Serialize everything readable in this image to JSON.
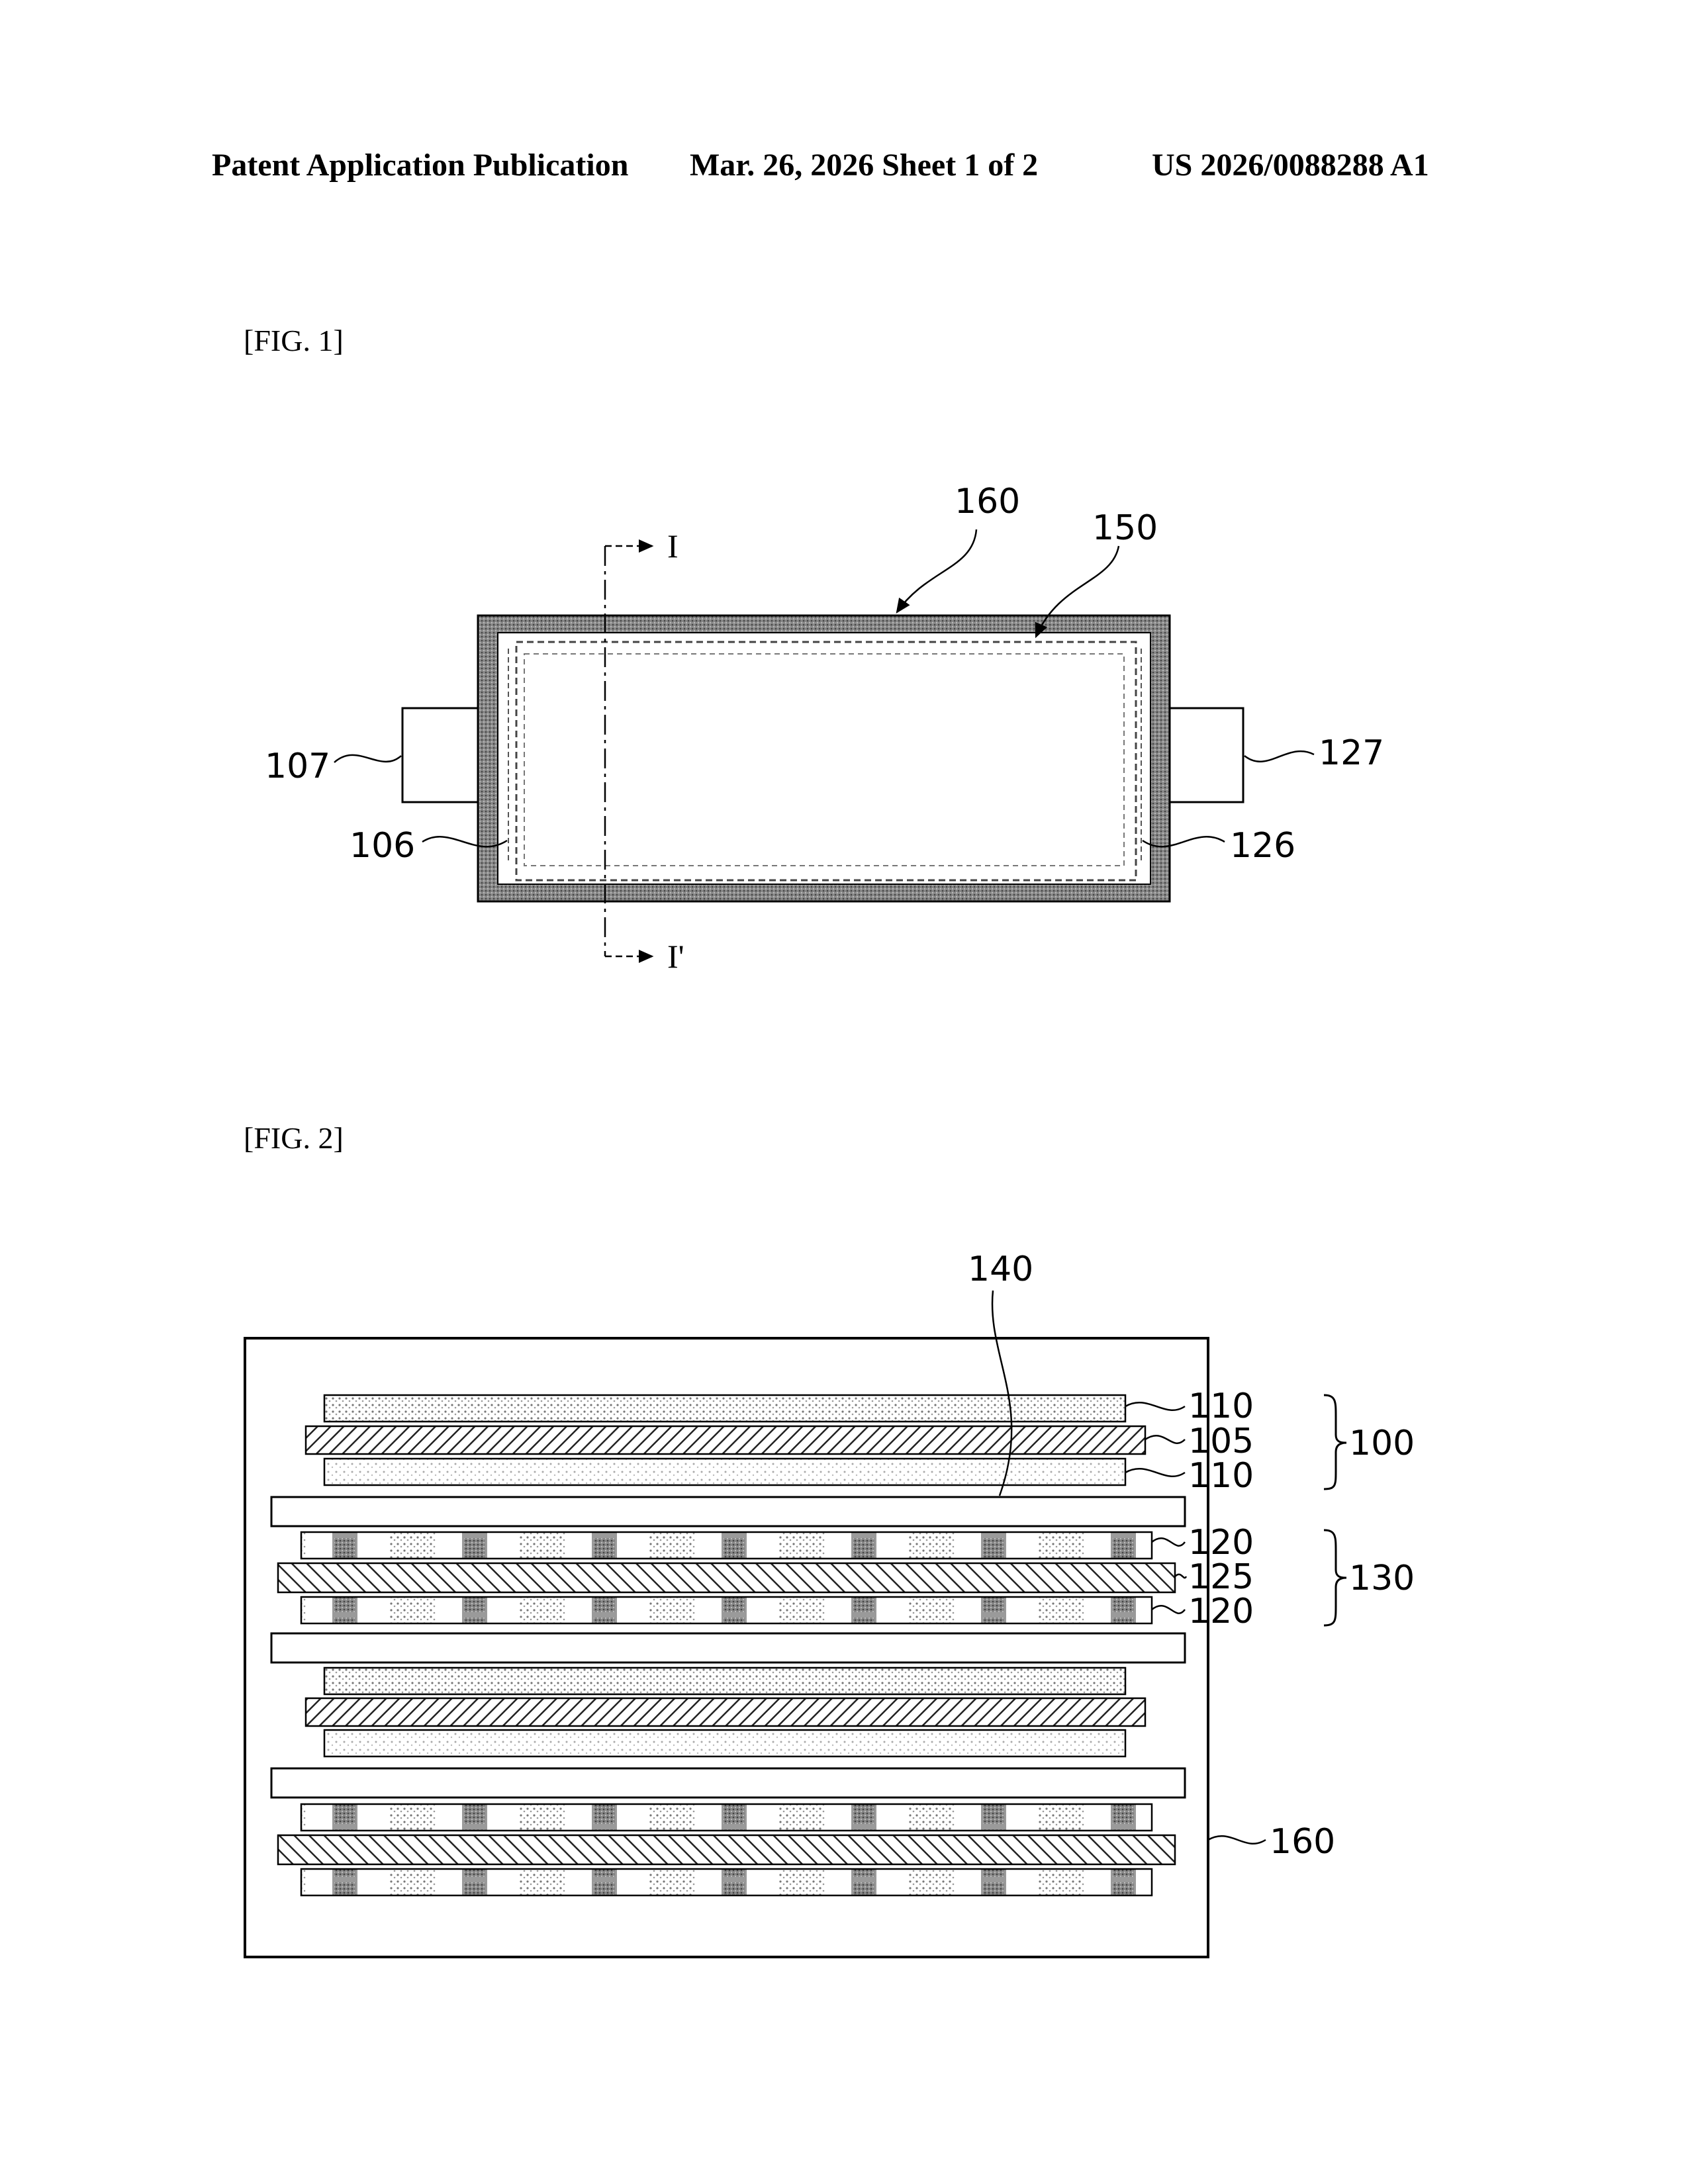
{
  "header": {
    "left": "Patent Application Publication",
    "date_sheet": "Mar. 26, 2026  Sheet 1 of 2",
    "number": "US 2026/0088288 A1"
  },
  "fig1": {
    "label": "[FIG. 1]",
    "refs": {
      "r160": "160",
      "r150": "150",
      "r107": "107",
      "r106": "106",
      "r127": "127",
      "r126": "126"
    },
    "section_top": "I",
    "section_bottom": "I'"
  },
  "fig2": {
    "label": "[FIG. 2]",
    "refs": {
      "r140": "140",
      "r110a": "110",
      "r105": "105",
      "r110b": "110",
      "r100": "100",
      "r120a": "120",
      "r125": "125",
      "r120b": "120",
      "r130": "130",
      "r160": "160"
    }
  }
}
